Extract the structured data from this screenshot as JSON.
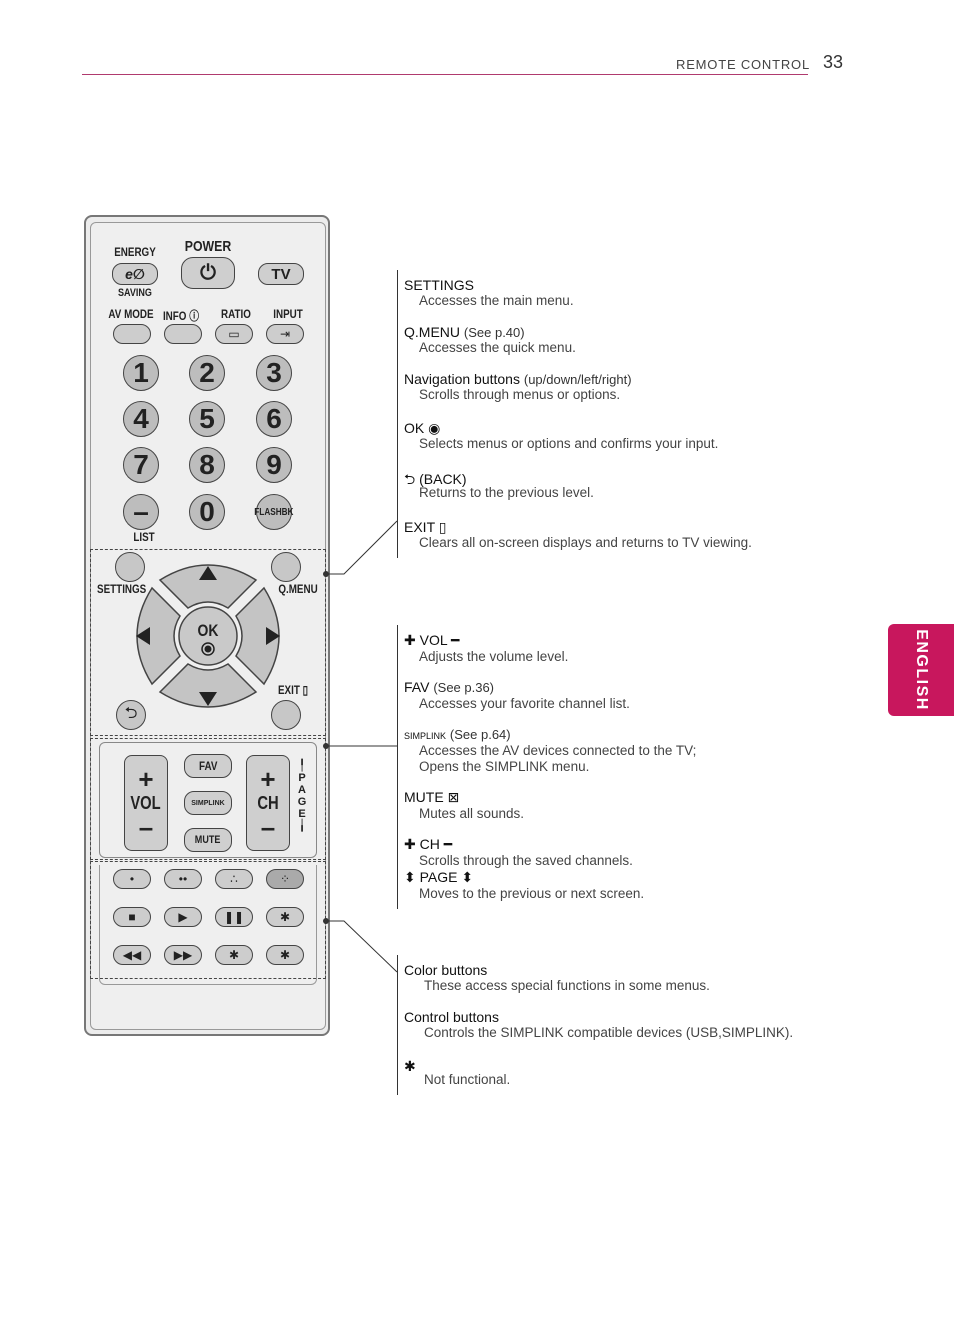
{
  "header": {
    "section": "REMOTE CONTROL",
    "page_number": "33"
  },
  "side_tab": "ENGLISH",
  "remote": {
    "energy": "ENERGY",
    "saving": "SAVING",
    "power": "POWER",
    "tv": "TV",
    "av_mode": "AV MODE",
    "info": "INFO",
    "ratio": "RATIO",
    "input": "INPUT",
    "numbers": [
      "1",
      "2",
      "3",
      "4",
      "5",
      "6",
      "7",
      "8",
      "9"
    ],
    "zero": "0",
    "flashbk": "FLASHBK",
    "list": "LIST",
    "settings": "SETTINGS",
    "qmenu": "Q.MENU",
    "ok": "OK",
    "exit": "EXIT",
    "vol": "VOL",
    "ch": "CH",
    "fav": "FAV",
    "simplink": "SIMPLINK",
    "mute": "MUTE",
    "page_letters": [
      "P",
      "A",
      "G",
      "E"
    ]
  },
  "group1": [
    {
      "title": "SETTINGS",
      "ref": "",
      "lines": [
        "Accesses the main menu."
      ]
    },
    {
      "title": "Q.MENU",
      "ref": "(See p.40)",
      "lines": [
        "Accesses the quick menu."
      ]
    },
    {
      "title": "Navigation buttons",
      "ref": "(up/down/left/right)",
      "lines": [
        "Scrolls through menus or options."
      ]
    },
    {
      "title": "OK ◉",
      "ref": "",
      "lines": [
        "Selects menus or options and confirms your input."
      ]
    },
    {
      "title": "⮌ (BACK)",
      "ref": "",
      "lines": [
        "Returns to the previous level."
      ]
    },
    {
      "title": "EXIT ▯",
      "ref": "",
      "lines": [
        "Clears all on-screen displays and returns to TV viewing."
      ]
    }
  ],
  "group2": [
    {
      "title": "✚ VOL ━",
      "ref": "",
      "lines": [
        "Adjusts the volume level."
      ]
    },
    {
      "title": "FAV",
      "ref": "(See p.36)",
      "lines": [
        "Accesses your favorite channel list."
      ]
    },
    {
      "title": "SIMPLINK",
      "ref": "(See p.64)",
      "lines": [
        "Accesses the AV devices connected to the TV;",
        "Opens the SIMPLINK menu."
      ]
    },
    {
      "title": "MUTE ⊠",
      "ref": "",
      "lines": [
        "Mutes all sounds."
      ]
    },
    {
      "title": "✚ CH ━",
      "ref": "",
      "lines": [
        "Scrolls through the saved channels."
      ]
    },
    {
      "title": "⬍ PAGE ⬍",
      "ref": "",
      "lines": [
        "Moves to the previous or next screen."
      ]
    }
  ],
  "group3": [
    {
      "title": "Color buttons",
      "ref": "",
      "lines": [
        "These access special functions in some menus."
      ]
    },
    {
      "title": "Control buttons",
      "ref": "",
      "lines": [
        "Controls the SIMPLINK compatible devices (USB,SIMPLINK)."
      ]
    },
    {
      "title": "✱",
      "ref": "",
      "lines": [
        "Not functional."
      ]
    }
  ]
}
